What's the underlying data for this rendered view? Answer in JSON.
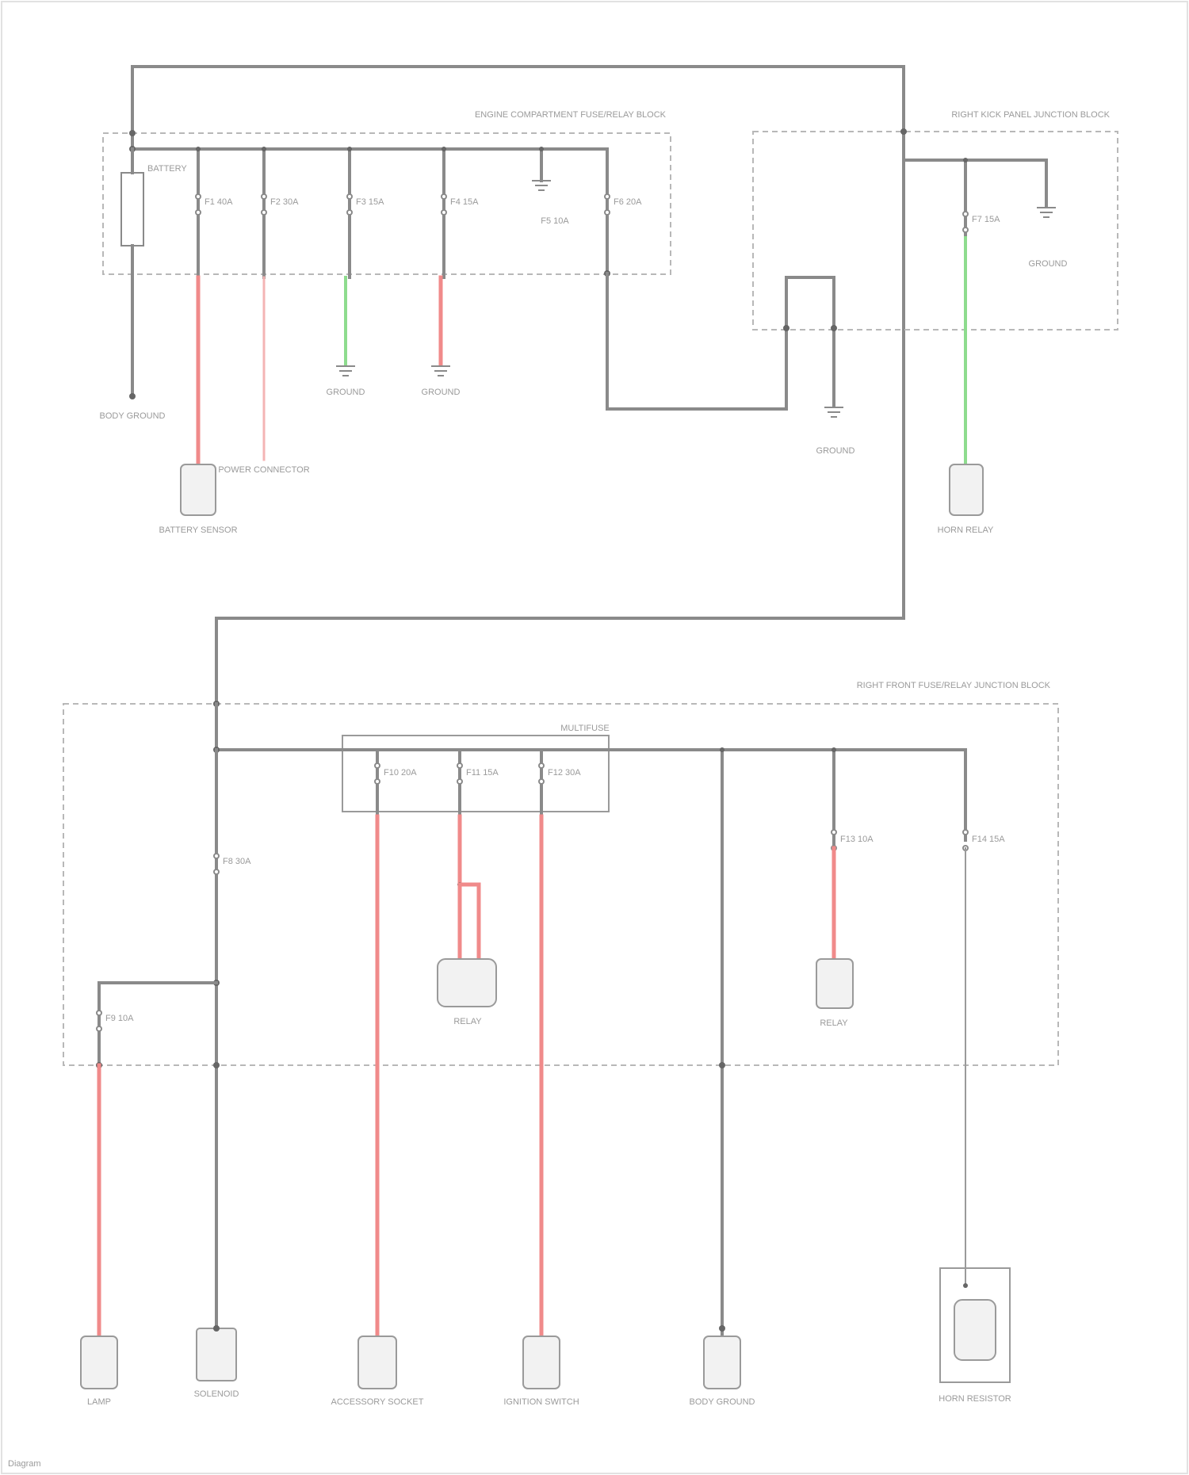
{
  "diagram": {
    "box_titles": {
      "top_left": "ENGINE COMPARTMENT FUSE/RELAY BLOCK",
      "top_right": "RIGHT KICK PANEL JUNCTION BLOCK",
      "bottom": "RIGHT FRONT FUSE/RELAY JUNCTION BLOCK",
      "relay_group": "MULTIFUSE"
    },
    "fuses": {
      "f1": "F1 40A",
      "f2": "F2 30A",
      "f3": "F3 15A",
      "f4": "F4 15A",
      "f5": "F5 10A",
      "f6": "F6 20A",
      "f7": "F7 15A",
      "f8": "F8 30A",
      "f9": "F9 10A",
      "f10": "F10 20A",
      "f11": "F11 15A",
      "f12": "F12 30A",
      "f13": "F13 10A",
      "f14": "F14 15A"
    },
    "components": {
      "battery": "BATTERY",
      "body_ground": "BODY GROUND",
      "battery_sensor": "BATTERY SENSOR",
      "power_connector": "POWER CONNECTOR",
      "ground_1": "GROUND",
      "ground_2": "GROUND",
      "ground_3": "GROUND",
      "ground_4": "GROUND",
      "horn_relay": "HORN RELAY",
      "top_right_component": "RELAY",
      "bl_comp_1": "LAMP",
      "bl_comp_2": "SOLENOID",
      "bl_comp_3": "ACCESSORY SOCKET",
      "bl_comp_4": "IGNITION SWITCH",
      "bl_comp_5": "BODY GROUND",
      "bl_comp_6": "HORN RESISTOR",
      "relay_mid": "RELAY",
      "relay_right": "RELAY"
    },
    "footer": "Diagram"
  }
}
